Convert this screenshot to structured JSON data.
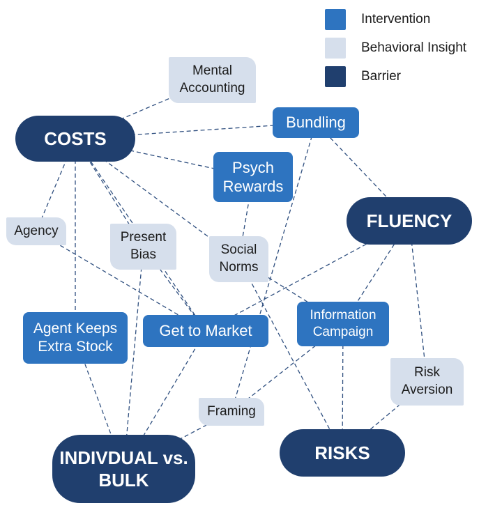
{
  "legend": [
    {
      "label": "Intervention",
      "color": "#2e74c0"
    },
    {
      "label": "Behavioral Insight",
      "color": "#d6dfec"
    },
    {
      "label": "Barrier",
      "color": "#203f6e"
    }
  ],
  "nodes": {
    "costs": {
      "label": "COSTS",
      "type": "barrier"
    },
    "fluency": {
      "label": "FLUENCY",
      "type": "barrier"
    },
    "risks": {
      "label": "RISKS",
      "type": "barrier"
    },
    "bulk": {
      "label": "INDIVDUAL vs.\nBULK",
      "type": "barrier"
    },
    "bundling": {
      "label": "Bundling",
      "type": "intervention"
    },
    "psych": {
      "label": "Psych\nRewards",
      "type": "intervention"
    },
    "market": {
      "label": "Get to Market",
      "type": "intervention"
    },
    "agent": {
      "label": "Agent Keeps\nExtra Stock",
      "type": "intervention"
    },
    "info": {
      "label": "Information\nCampaign",
      "type": "intervention"
    },
    "mental": {
      "label": "Mental\nAccounting",
      "type": "insight"
    },
    "agency": {
      "label": "Agency",
      "type": "insight"
    },
    "present": {
      "label": "Present\nBias",
      "type": "insight"
    },
    "social": {
      "label": "Social\nNorms",
      "type": "insight"
    },
    "risk_aversion": {
      "label": "Risk\nAversion",
      "type": "insight"
    },
    "framing": {
      "label": "Framing",
      "type": "insight"
    }
  },
  "edges": [
    [
      "costs",
      "mental"
    ],
    [
      "costs",
      "bundling"
    ],
    [
      "costs",
      "psych"
    ],
    [
      "costs",
      "social"
    ],
    [
      "costs",
      "agency"
    ],
    [
      "costs",
      "present"
    ],
    [
      "costs",
      "agent"
    ],
    [
      "costs",
      "market"
    ],
    [
      "bundling",
      "fluency"
    ],
    [
      "bundling",
      "framing"
    ],
    [
      "psych",
      "social"
    ],
    [
      "agency",
      "market"
    ],
    [
      "present",
      "market"
    ],
    [
      "present",
      "bulk"
    ],
    [
      "social",
      "info"
    ],
    [
      "social",
      "risks"
    ],
    [
      "fluency",
      "market"
    ],
    [
      "fluency",
      "info"
    ],
    [
      "fluency",
      "risk_aversion"
    ],
    [
      "agent",
      "bulk"
    ],
    [
      "market",
      "bulk"
    ],
    [
      "info",
      "framing"
    ],
    [
      "info",
      "risks"
    ],
    [
      "framing",
      "bulk"
    ],
    [
      "risk_aversion",
      "risks"
    ]
  ]
}
